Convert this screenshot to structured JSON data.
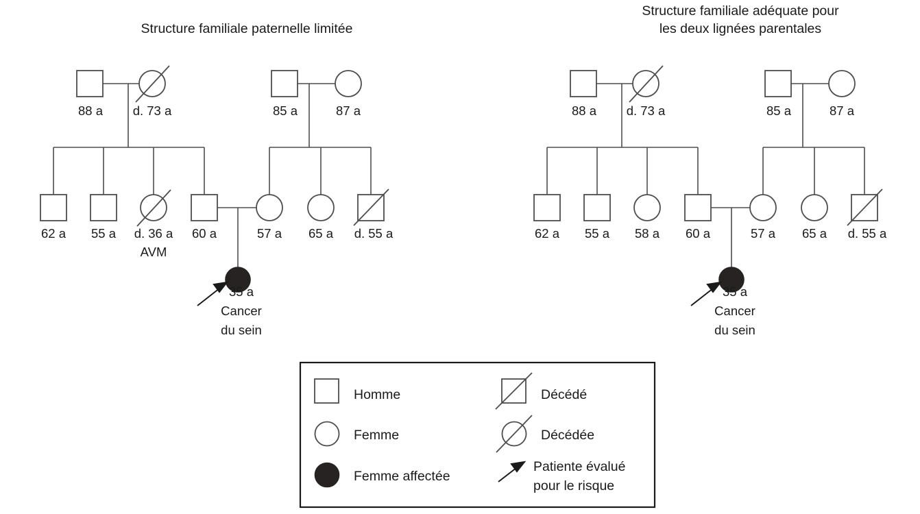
{
  "figure": {
    "kind": "pedigree-chart",
    "background": "#ffffff",
    "line_color": "#4d4d4d",
    "text_color": "#1a1a1a",
    "affected_fill": "#262322"
  },
  "panels": [
    {
      "id": "left",
      "title_lines": [
        "Structure familiale paternelle limitée"
      ],
      "generation1": {
        "paternal_couple": [
          {
            "symbol": "square",
            "sex": "male",
            "label": "88 a",
            "deceased": false
          },
          {
            "symbol": "circle",
            "sex": "female",
            "label": "d. 73 a",
            "deceased": true
          }
        ],
        "maternal_couple": [
          {
            "symbol": "square",
            "sex": "male",
            "label": "85 a",
            "deceased": false
          },
          {
            "symbol": "circle",
            "sex": "female",
            "label": "87 a",
            "deceased": false
          }
        ]
      },
      "generation2": {
        "paternal_sibs": [
          {
            "symbol": "square",
            "sex": "male",
            "label": "62 a",
            "deceased": false,
            "note": ""
          },
          {
            "symbol": "square",
            "sex": "male",
            "label": "55 a",
            "deceased": false,
            "note": ""
          },
          {
            "symbol": "circle",
            "sex": "female",
            "label": "d. 36 a",
            "deceased": true,
            "note": "AVM"
          },
          {
            "symbol": "square",
            "sex": "male",
            "label": "60 a",
            "deceased": false,
            "note": ""
          }
        ],
        "maternal_sibs": [
          {
            "symbol": "circle",
            "sex": "female",
            "label": "57 a",
            "deceased": false,
            "note": ""
          },
          {
            "symbol": "circle",
            "sex": "female",
            "label": "65 a",
            "deceased": false,
            "note": ""
          },
          {
            "symbol": "square",
            "sex": "male",
            "label": "d. 55 a",
            "deceased": true,
            "note": ""
          }
        ]
      },
      "proband": {
        "symbol": "circle",
        "sex": "female",
        "affected": true,
        "arrow": true,
        "lines": [
          "35 a",
          "Cancer",
          "du sein"
        ]
      }
    },
    {
      "id": "right",
      "title_lines": [
        "Structure familiale adéquate pour",
        "les deux lignées parentales"
      ],
      "generation1": {
        "paternal_couple": [
          {
            "symbol": "square",
            "sex": "male",
            "label": "88 a",
            "deceased": false
          },
          {
            "symbol": "circle",
            "sex": "female",
            "label": "d. 73 a",
            "deceased": true
          }
        ],
        "maternal_couple": [
          {
            "symbol": "square",
            "sex": "male",
            "label": "85 a",
            "deceased": false
          },
          {
            "symbol": "circle",
            "sex": "female",
            "label": "87 a",
            "deceased": false
          }
        ]
      },
      "generation2": {
        "paternal_sibs": [
          {
            "symbol": "square",
            "sex": "male",
            "label": "62 a",
            "deceased": false,
            "note": ""
          },
          {
            "symbol": "square",
            "sex": "male",
            "label": "55 a",
            "deceased": false,
            "note": ""
          },
          {
            "symbol": "circle",
            "sex": "female",
            "label": "58 a",
            "deceased": false,
            "note": ""
          },
          {
            "symbol": "square",
            "sex": "male",
            "label": "60 a",
            "deceased": false,
            "note": ""
          }
        ],
        "maternal_sibs": [
          {
            "symbol": "circle",
            "sex": "female",
            "label": "57 a",
            "deceased": false,
            "note": ""
          },
          {
            "symbol": "circle",
            "sex": "female",
            "label": "65 a",
            "deceased": false,
            "note": ""
          },
          {
            "symbol": "square",
            "sex": "male",
            "label": "d. 55 a",
            "deceased": true,
            "note": ""
          }
        ]
      },
      "proband": {
        "symbol": "circle",
        "sex": "female",
        "affected": true,
        "arrow": true,
        "lines": [
          "35 a",
          "Cancer",
          "du sein"
        ]
      }
    }
  ],
  "legend": {
    "left_column": [
      {
        "icon": "square-open",
        "label": "Homme"
      },
      {
        "icon": "circle-open",
        "label": "Femme"
      },
      {
        "icon": "circle-filled",
        "label": "Femme affectée"
      }
    ],
    "right_column": [
      {
        "icon": "square-slashed",
        "label_lines": [
          "Décédé"
        ]
      },
      {
        "icon": "circle-slashed",
        "label_lines": [
          "Décédée"
        ]
      },
      {
        "icon": "arrow",
        "label_lines": [
          "Patiente évalué",
          "pour le risque"
        ]
      }
    ]
  }
}
